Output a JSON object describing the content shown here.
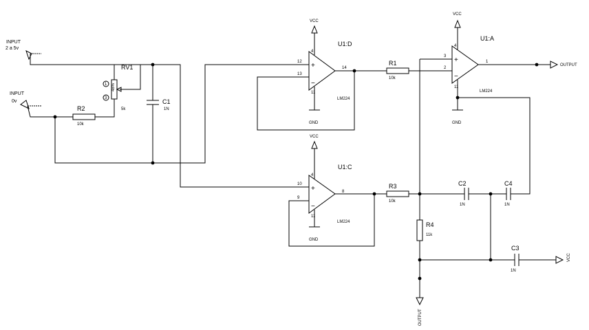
{
  "inputs": {
    "in1": {
      "label": "INPUT",
      "range": "2 a 5v"
    },
    "in2": {
      "label": "INPUT",
      "range": "0v"
    }
  },
  "supply": "VCC",
  "ground": "GND",
  "output_label": "OUTPUT",
  "components": {
    "rv1": {
      "ref": "RV1",
      "value": "5k",
      "pin1": "1",
      "pin3": "3",
      "body": "48%"
    },
    "r2": {
      "ref": "R2",
      "value": "10k"
    },
    "c1": {
      "ref": "C1",
      "value": "1N"
    },
    "u1d": {
      "ref": "U1:D",
      "part": "LM224",
      "pin_plus": "12",
      "pin_minus": "13",
      "pin_out": "14",
      "pin_vcc": "4",
      "pin_gnd": "11"
    },
    "u1c": {
      "ref": "U1:C",
      "part": "LM224",
      "pin_plus": "10",
      "pin_minus": "9",
      "pin_out": "8",
      "pin_vcc": "4",
      "pin_gnd": "11"
    },
    "u1a": {
      "ref": "U1:A",
      "part": "LM224",
      "pin_plus": "3",
      "pin_minus": "2",
      "pin_out": "1",
      "pin_vcc": "4",
      "pin_gnd": "11"
    },
    "r1": {
      "ref": "R1",
      "value": "10k"
    },
    "r3": {
      "ref": "R3",
      "value": "10k"
    },
    "r4": {
      "ref": "R4",
      "value": "11k"
    },
    "c2": {
      "ref": "C2",
      "value": "1N"
    },
    "c3": {
      "ref": "C3",
      "value": "1N"
    },
    "c4": {
      "ref": "C4",
      "value": "1N"
    }
  }
}
